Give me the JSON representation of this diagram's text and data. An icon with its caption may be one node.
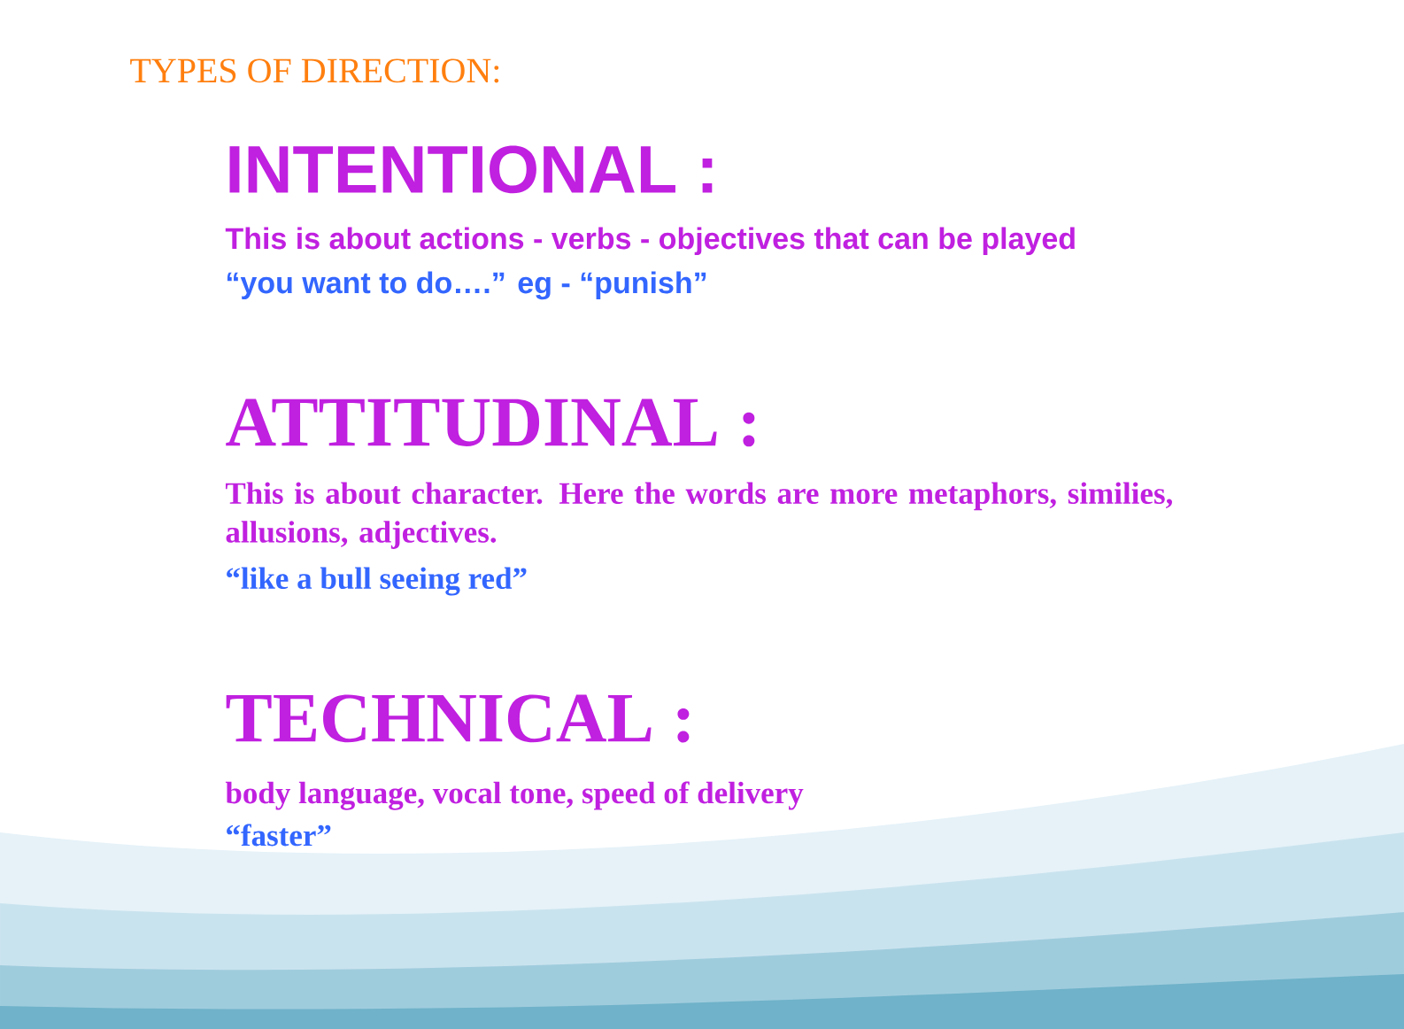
{
  "diagram": {
    "title": "TYPES OF DIRECTION:",
    "labels": [
      "INTENTIONAL :",
      "This is about actions - verbs - objectives that can be played",
      "“you want to do….” eg - “punish”",
      "ATTITUDINAL :",
      "This is about character.  Here the words are more metaphors, similies, allusions, adjectives.",
      "“like a bull seeing red”",
      "TECHNICAL :",
      "body language, vocal tone, speed of delivery",
      "“faster”"
    ]
  }
}
